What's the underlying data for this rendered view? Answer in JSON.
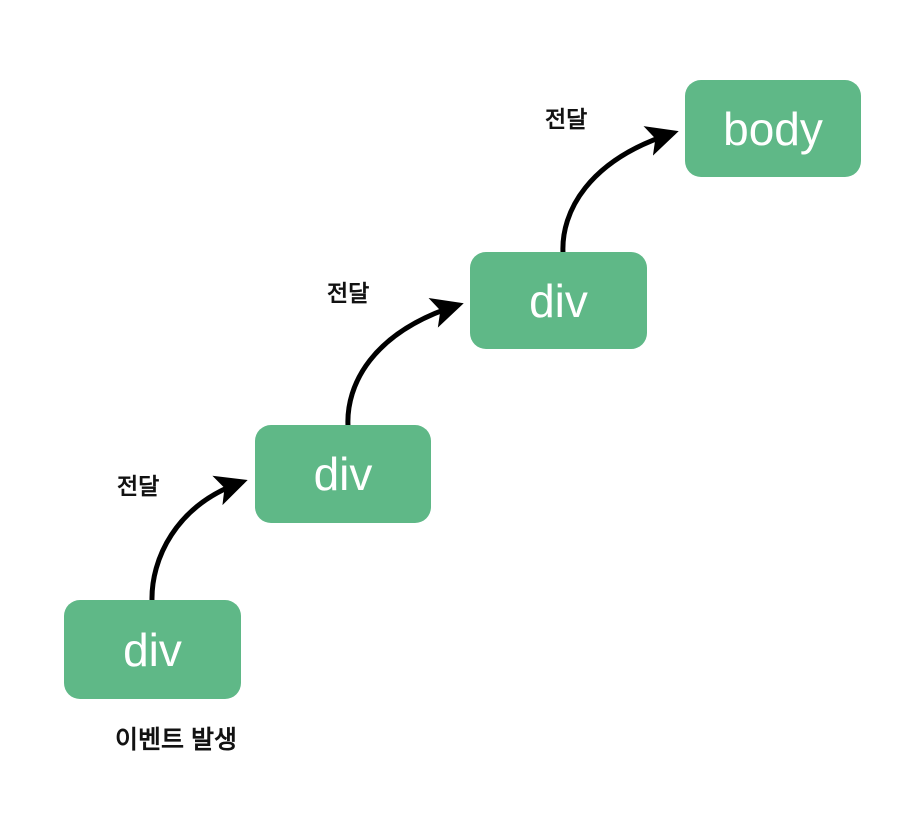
{
  "diagram": {
    "title": "event-propagation-bubbling",
    "background": "#ffffff",
    "node_color": "#5fb887",
    "node_text_color": "#ffffff",
    "edge_color": "#000000",
    "label_color": "#121212",
    "nodes": [
      {
        "id": "div-1",
        "label": "div"
      },
      {
        "id": "div-2",
        "label": "div"
      },
      {
        "id": "div-3",
        "label": "div"
      },
      {
        "id": "body",
        "label": "body"
      }
    ],
    "edges": [
      {
        "id": "edge-1",
        "from": "div-1",
        "to": "div-2",
        "label": "전달"
      },
      {
        "id": "edge-2",
        "from": "div-2",
        "to": "div-3",
        "label": "전달"
      },
      {
        "id": "edge-3",
        "from": "div-3",
        "to": "body",
        "label": "전달"
      }
    ],
    "captions": [
      {
        "id": "caption-event",
        "text": "이벤트 발생"
      }
    ]
  }
}
